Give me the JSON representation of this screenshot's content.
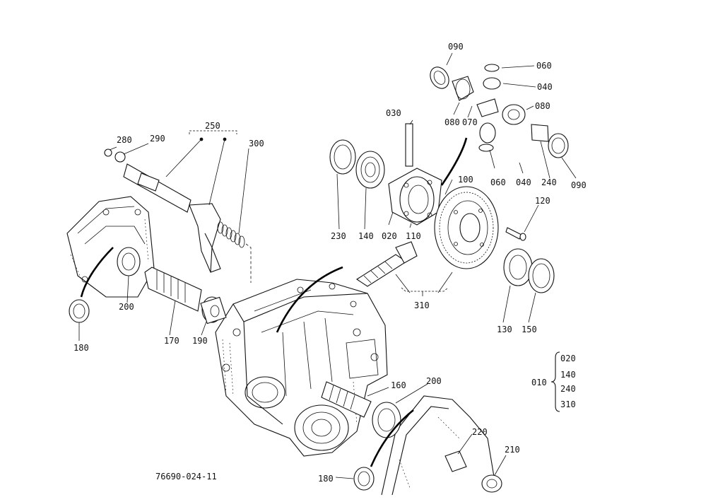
{
  "diagram": {
    "drawing_number": "76690-024-11",
    "callouts": {
      "c090a": "090",
      "c060a": "060",
      "c040a": "040",
      "c080a": "080",
      "c030": "030",
      "c080b": "080",
      "c070": "070",
      "c100": "100",
      "c060b": "060",
      "c040b": "040",
      "c240": "240",
      "c090b": "090",
      "c250": "250",
      "c280": "280",
      "c290": "290",
      "c300": "300",
      "c230": "230",
      "c140": "140",
      "c020": "020",
      "c110": "110",
      "c120": "120",
      "c310": "310",
      "c130": "130",
      "c150": "150",
      "c200a": "200",
      "c170": "170",
      "c190": "190",
      "c180a": "180",
      "c160": "160",
      "c200b": "200",
      "c220": "220",
      "c210": "210",
      "c180b": "180"
    },
    "assembly_group": {
      "label": "010",
      "items": [
        "020",
        "140",
        "240",
        "310"
      ]
    }
  }
}
